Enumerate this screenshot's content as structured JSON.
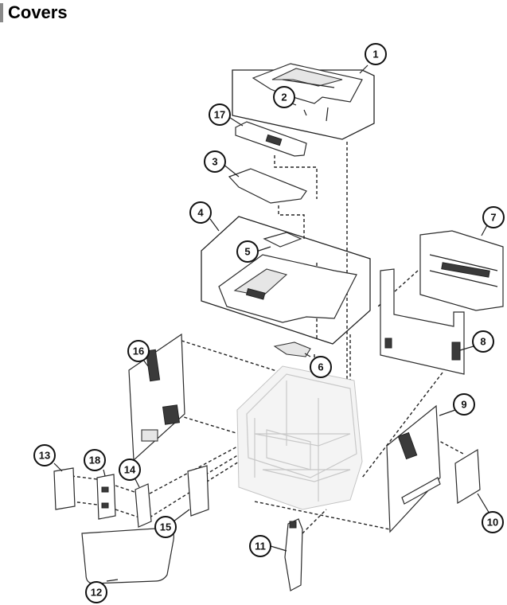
{
  "title": "Covers",
  "callouts": [
    {
      "id": "c1",
      "label": "1"
    },
    {
      "id": "c2",
      "label": "2"
    },
    {
      "id": "c3",
      "label": "3"
    },
    {
      "id": "c4",
      "label": "4"
    },
    {
      "id": "c5",
      "label": "5"
    },
    {
      "id": "c6",
      "label": "6"
    },
    {
      "id": "c7",
      "label": "7"
    },
    {
      "id": "c8",
      "label": "8"
    },
    {
      "id": "c9",
      "label": "9"
    },
    {
      "id": "c10",
      "label": "10"
    },
    {
      "id": "c11",
      "label": "11"
    },
    {
      "id": "c12",
      "label": "12"
    },
    {
      "id": "c13",
      "label": "13"
    },
    {
      "id": "c14",
      "label": "14"
    },
    {
      "id": "c15",
      "label": "15"
    },
    {
      "id": "c16",
      "label": "16"
    },
    {
      "id": "c17",
      "label": "17"
    },
    {
      "id": "c18",
      "label": "18"
    }
  ]
}
